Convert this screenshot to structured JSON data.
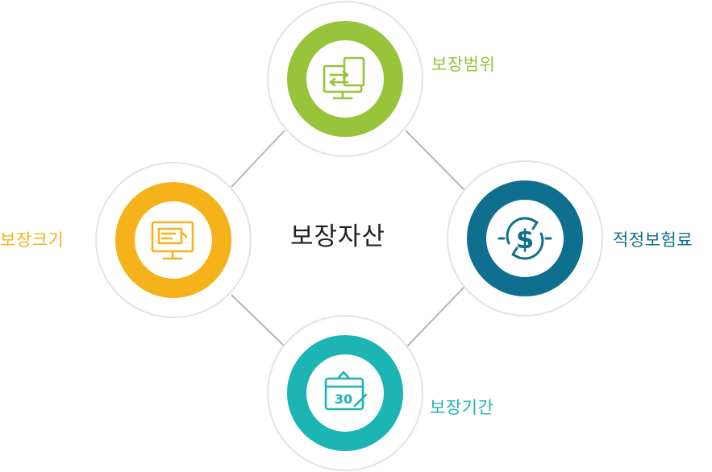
{
  "center": {
    "title": "보장자산"
  },
  "nodes": {
    "top": {
      "label": "보장범위",
      "color": "#97c43b",
      "icon": "computer-transfer-icon"
    },
    "right": {
      "label": "적정보험료",
      "color": "#0e6f8e",
      "icon": "dollar-cycle-icon"
    },
    "bottom": {
      "label": "보장기간",
      "color": "#1cb5b3",
      "icon": "calendar-icon",
      "calendar_day": "30"
    },
    "left": {
      "label": "보장크기",
      "color": "#f5b21a",
      "icon": "monitor-icon"
    }
  }
}
